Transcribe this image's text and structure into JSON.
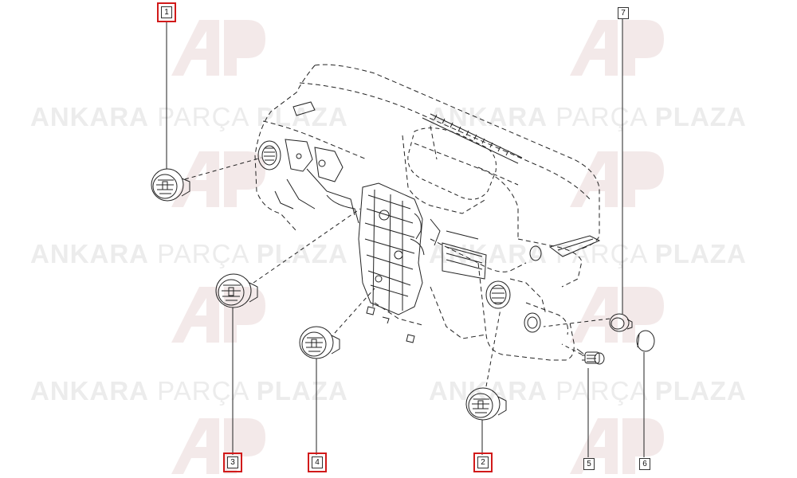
{
  "watermark": {
    "word1": "ANKARA",
    "word2": "PARÇA",
    "word3": "PLAZA",
    "logo_letters": "AP"
  },
  "callouts": [
    {
      "label": "1",
      "highlight": true
    },
    {
      "label": "7",
      "highlight": false
    },
    {
      "label": "3",
      "highlight": true
    },
    {
      "label": "4",
      "highlight": true
    },
    {
      "label": "2",
      "highlight": true
    },
    {
      "label": "5",
      "highlight": false
    },
    {
      "label": "6",
      "highlight": false
    }
  ],
  "colors": {
    "line": "#222222",
    "highlight": "#d11a1a",
    "watermark": "#ececec",
    "background": "#ffffff"
  }
}
